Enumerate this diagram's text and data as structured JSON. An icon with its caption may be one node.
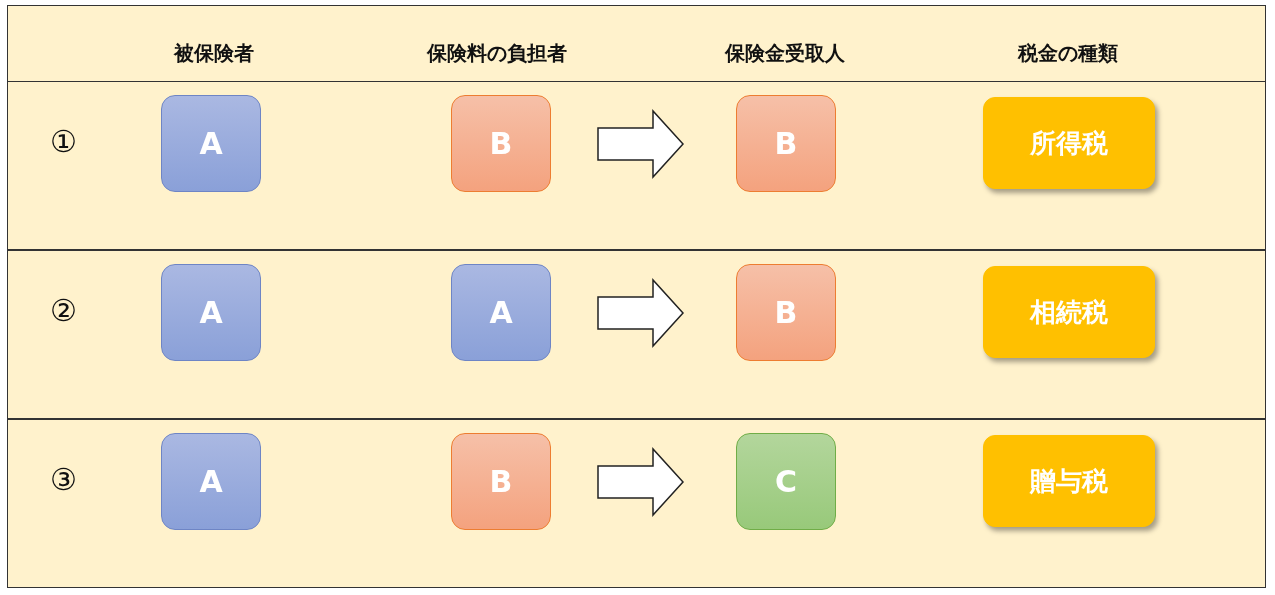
{
  "diagram": {
    "nodes": [
      {
        "text": [
          "被保険者",
          "保険料の負担者",
          "保険金受取人",
          "税金の種類"
        ]
      },
      {
        "text": [
          "①"
        ]
      },
      {
        "text": [
          "A"
        ],
        "in": 1
      },
      {
        "text": [
          "B"
        ],
        "in": 1
      },
      {
        "text": [
          "B"
        ],
        "in": 1
      },
      {
        "text": [
          "所得税"
        ],
        "in": 1
      },
      {
        "text": [
          "②"
        ]
      },
      {
        "text": [
          "A"
        ],
        "in": 6
      },
      {
        "text": [
          "A"
        ],
        "in": 6
      },
      {
        "text": [
          "B"
        ],
        "in": 6
      },
      {
        "text": [
          "相続税"
        ],
        "in": 6
      },
      {
        "text": [
          "③"
        ]
      },
      {
        "text": [
          "A"
        ],
        "in": 11
      },
      {
        "text": [
          "B"
        ],
        "in": 11
      },
      {
        "text": [
          "C"
        ],
        "in": 11
      },
      {
        "text": [
          "贈与税"
        ],
        "in": 11
      }
    ],
    "edges": [
      {
        "from": 3,
        "to": 4,
        "arrow": "to"
      },
      {
        "from": 8,
        "to": 9,
        "arrow": "to"
      },
      {
        "from": 13,
        "to": 14,
        "arrow": "to"
      }
    ]
  }
}
